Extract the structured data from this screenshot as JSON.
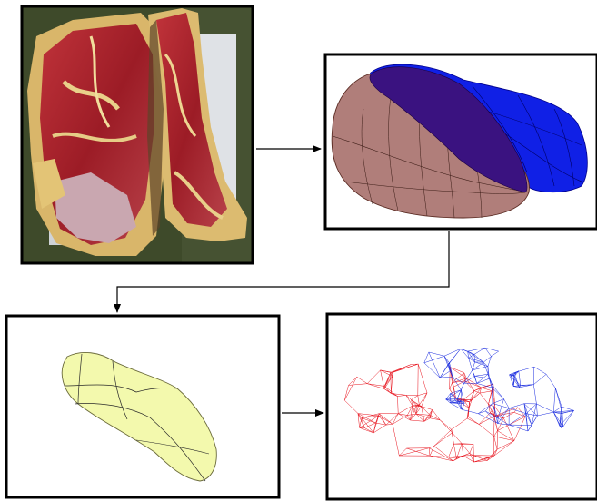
{
  "panels": [
    {
      "id": "photo",
      "name": "photo-panel",
      "content": "meat-cut-photo"
    },
    {
      "id": "surface-model",
      "name": "surface-model-panel",
      "content": "two-surface-3d-model"
    },
    {
      "id": "single-surface",
      "name": "single-surface-panel",
      "content": "wireframe-surface"
    },
    {
      "id": "mesh",
      "name": "mesh-panel",
      "content": "tetrahedral-mesh"
    }
  ],
  "arrows": [
    {
      "from": "photo",
      "to": "surface-model"
    },
    {
      "from": "surface-model",
      "to": "single-surface"
    },
    {
      "from": "single-surface",
      "to": "mesh"
    }
  ],
  "colors": {
    "frame": "#000000",
    "background": "#ffffff",
    "muscle_brown": "#b07e7a",
    "muscle_blue": "#1020e6",
    "muscle_overlap": "#3a1280",
    "surface_yellow": "#f3f9ad",
    "mesh_red": "#e8141e",
    "mesh_blue": "#1a2ce0",
    "meat_red": "#a8222a",
    "fat_yellow": "#e0c074",
    "photo_bg": "#3e4a2a"
  }
}
